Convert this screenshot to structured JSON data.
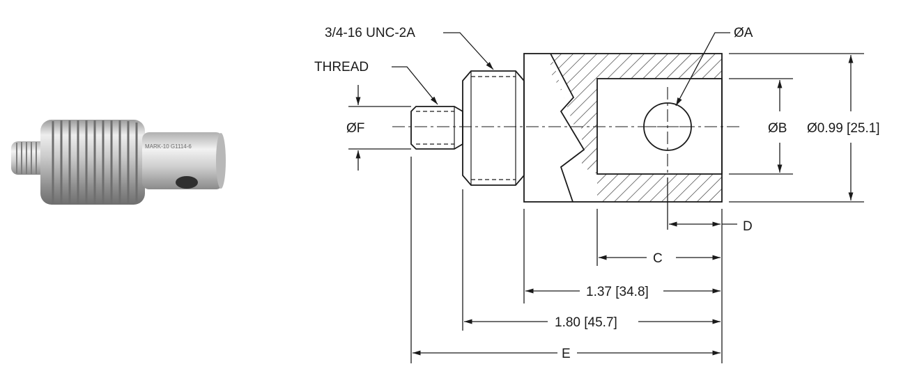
{
  "labels": {
    "thread_spec": "3/4-16 UNC-2A",
    "thread": "THREAD",
    "dia_a": "ØA",
    "dia_b": "ØB",
    "dia_f": "ØF",
    "dia_overall": "Ø0.99 [25.1]",
    "dim_c": "C",
    "dim_d": "D",
    "dim_e": "E",
    "len_body": "1.37 [34.8]",
    "len_total_head": "1.80 [45.7]"
  },
  "photo": {
    "engraving": "MARK-10 G1114-6"
  },
  "colors": {
    "ink": "#1a1a1a",
    "steel_light": "#e8e8e8",
    "steel_dark": "#8a8a8a"
  }
}
